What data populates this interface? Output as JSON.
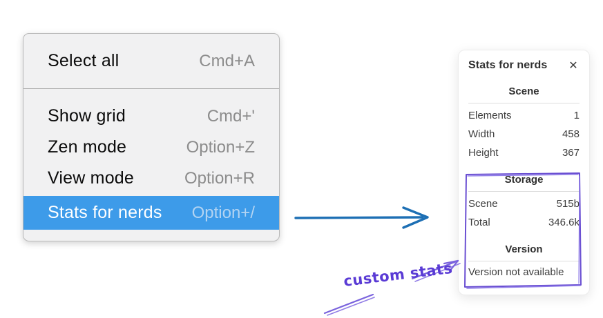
{
  "colors": {
    "menu_highlight": "#3d9be9",
    "menu_shortcut": "#8c8c8c",
    "flow_arrow": "#1d6fb4",
    "annotation_purple": "#6a4fd2"
  },
  "context_menu": {
    "sections": [
      {
        "items": [
          {
            "label": "Select all",
            "shortcut": "Cmd+A",
            "highlighted": false
          }
        ]
      },
      {
        "items": [
          {
            "label": "Show grid",
            "shortcut": "Cmd+'",
            "highlighted": false
          },
          {
            "label": "Zen mode",
            "shortcut": "Option+Z",
            "highlighted": false
          },
          {
            "label": "View mode",
            "shortcut": "Option+R",
            "highlighted": false
          },
          {
            "label": "Stats for nerds",
            "shortcut": "Option+/",
            "highlighted": true
          }
        ]
      }
    ]
  },
  "stats_panel": {
    "title": "Stats for nerds",
    "close_icon": "✕",
    "sections": [
      {
        "header": "Scene",
        "rows": [
          {
            "label": "Elements",
            "value": "1"
          },
          {
            "label": "Width",
            "value": "458"
          },
          {
            "label": "Height",
            "value": "367"
          }
        ],
        "note": ""
      },
      {
        "header": "Storage",
        "rows": [
          {
            "label": "Scene",
            "value": "515b"
          },
          {
            "label": "Total",
            "value": "346.6k"
          }
        ],
        "note": ""
      },
      {
        "header": "Version",
        "rows": [],
        "note": "Version not available"
      }
    ]
  },
  "annotation": {
    "label": "custom stats"
  }
}
